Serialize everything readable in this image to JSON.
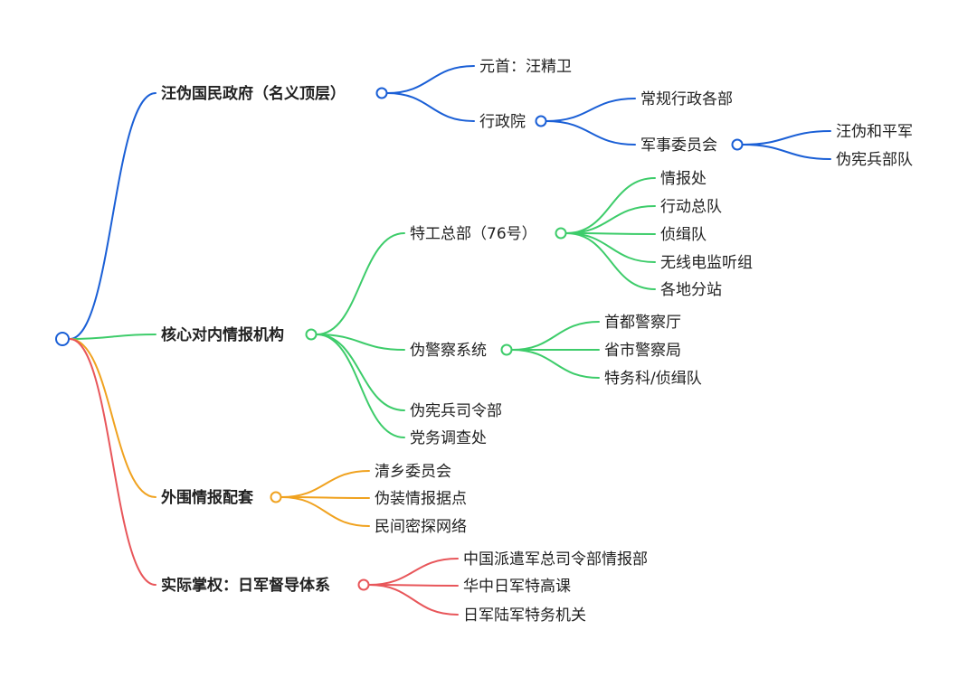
{
  "colors": {
    "blue": "#1a5fd6",
    "green": "#3dcc6a",
    "orange": "#f0a21f",
    "red": "#e8565a"
  },
  "root": {
    "text": ""
  },
  "branches": [
    {
      "id": "gov",
      "color": "blue",
      "text": "汪伪国民政府（名义顶层）",
      "children": [
        {
          "id": "head",
          "text": "元首：汪精卫"
        },
        {
          "id": "exec",
          "text": "行政院",
          "children": [
            {
              "id": "exec-depts",
              "text": "常规行政各部"
            },
            {
              "id": "mil",
              "text": "军事委员会",
              "children": [
                {
                  "id": "army",
                  "text": "汪伪和平军"
                },
                {
                  "id": "mp",
                  "text": "伪宪兵部队"
                }
              ]
            }
          ]
        }
      ]
    },
    {
      "id": "core",
      "color": "green",
      "text": "核心对内情报机构",
      "children": [
        {
          "id": "sp",
          "text": "特工总部（76号）",
          "children": [
            {
              "id": "sp1",
              "text": "情报处"
            },
            {
              "id": "sp2",
              "text": "行动总队"
            },
            {
              "id": "sp3",
              "text": "侦缉队"
            },
            {
              "id": "sp4",
              "text": "无线电监听组"
            },
            {
              "id": "sp5",
              "text": "各地分站"
            }
          ]
        },
        {
          "id": "police",
          "text": "伪警察系统",
          "children": [
            {
              "id": "po1",
              "text": "首都警察厅"
            },
            {
              "id": "po2",
              "text": "省市警察局"
            },
            {
              "id": "po3",
              "text": "特务科/侦缉队"
            }
          ]
        },
        {
          "id": "mpcmd",
          "text": "伪宪兵司令部"
        },
        {
          "id": "party",
          "text": "党务调查处"
        }
      ]
    },
    {
      "id": "ext",
      "color": "orange",
      "text": "外围情报配套",
      "children": [
        {
          "id": "ex1",
          "text": "清乡委员会"
        },
        {
          "id": "ex2",
          "text": "伪装情报据点"
        },
        {
          "id": "ex3",
          "text": "民间密探网络"
        }
      ]
    },
    {
      "id": "jp",
      "color": "red",
      "text": "实际掌权：日军督导体系",
      "children": [
        {
          "id": "jp1",
          "text": "中国派遣军总司令部情报部"
        },
        {
          "id": "jp2",
          "text": "华中日军特高课"
        },
        {
          "id": "jp3",
          "text": "日军陆军特务机关"
        }
      ]
    }
  ]
}
